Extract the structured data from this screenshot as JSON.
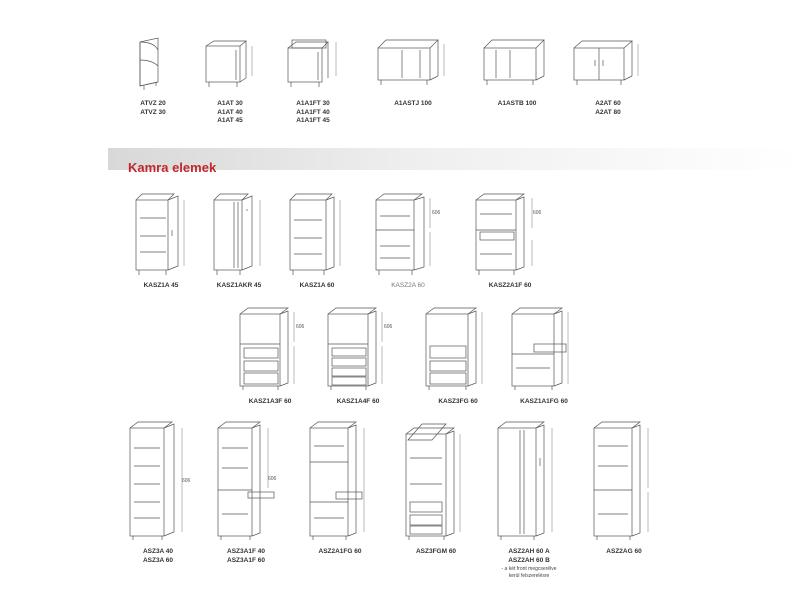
{
  "section": {
    "title": "Kamra elemek"
  },
  "top_row": [
    {
      "id": "atvz",
      "labels": [
        "ATVZ 20",
        "ATVZ 30"
      ]
    },
    {
      "id": "a1at",
      "labels": [
        "A1AT 30",
        "A1AT 40",
        "A1AT 45"
      ]
    },
    {
      "id": "a1a1ft",
      "labels": [
        "A1A1FT 30",
        "A1A1FT 40",
        "A1A1FT 45"
      ]
    },
    {
      "id": "a1asti",
      "labels": [
        "A1ASTJ 100"
      ]
    },
    {
      "id": "a1astb",
      "labels": [
        "A1ASTB 100"
      ]
    },
    {
      "id": "a2at",
      "labels": [
        "A2AT 60",
        "A2AT 80"
      ]
    }
  ],
  "row2": [
    {
      "id": "kasz1a45",
      "labels": [
        "KASZ1A 45"
      ]
    },
    {
      "id": "kasz1akr45",
      "labels": [
        "KASZ1AKR 45"
      ]
    },
    {
      "id": "kasz1a60",
      "labels": [
        "KASZ1A 60"
      ]
    },
    {
      "id": "kasz2a60",
      "labels": [
        "KASZ2A 60"
      ]
    },
    {
      "id": "kasz2a1f60",
      "labels": [
        "KASZ2A1F 60"
      ]
    }
  ],
  "row3": [
    {
      "id": "kasz1a3f60",
      "labels": [
        "KASZ1A3F 60"
      ]
    },
    {
      "id": "kasz1a4f60",
      "labels": [
        "KASZ1A4F 60"
      ]
    },
    {
      "id": "kasz3fg60",
      "labels": [
        "KASZ3FG 60"
      ]
    },
    {
      "id": "kasz1a1fg60",
      "labels": [
        "KASZ1A1FG 60"
      ]
    }
  ],
  "row4": [
    {
      "id": "asz3a",
      "labels": [
        "ASZ3A 40",
        "ASZ3A 60"
      ]
    },
    {
      "id": "asz3a1f",
      "labels": [
        "ASZ3A1F 40",
        "ASZ3A1F 60"
      ]
    },
    {
      "id": "asz2a1fg",
      "labels": [
        "ASZ2A1FG 60"
      ]
    },
    {
      "id": "asz3fgm",
      "labels": [
        "ASZ3FGM 60"
      ]
    },
    {
      "id": "asz2ah",
      "labels": [
        "ASZ2AH 60 A",
        "ASZ2AH 60 B"
      ],
      "note": [
        "- a két front megcserélve",
        "kerül felszerelésre"
      ]
    },
    {
      "id": "asz2ag",
      "labels": [
        "ASZ2AG 60"
      ]
    }
  ],
  "dimensions": {
    "h606": "606"
  },
  "colors": {
    "accent": "#c0282d",
    "line": "#555555"
  }
}
